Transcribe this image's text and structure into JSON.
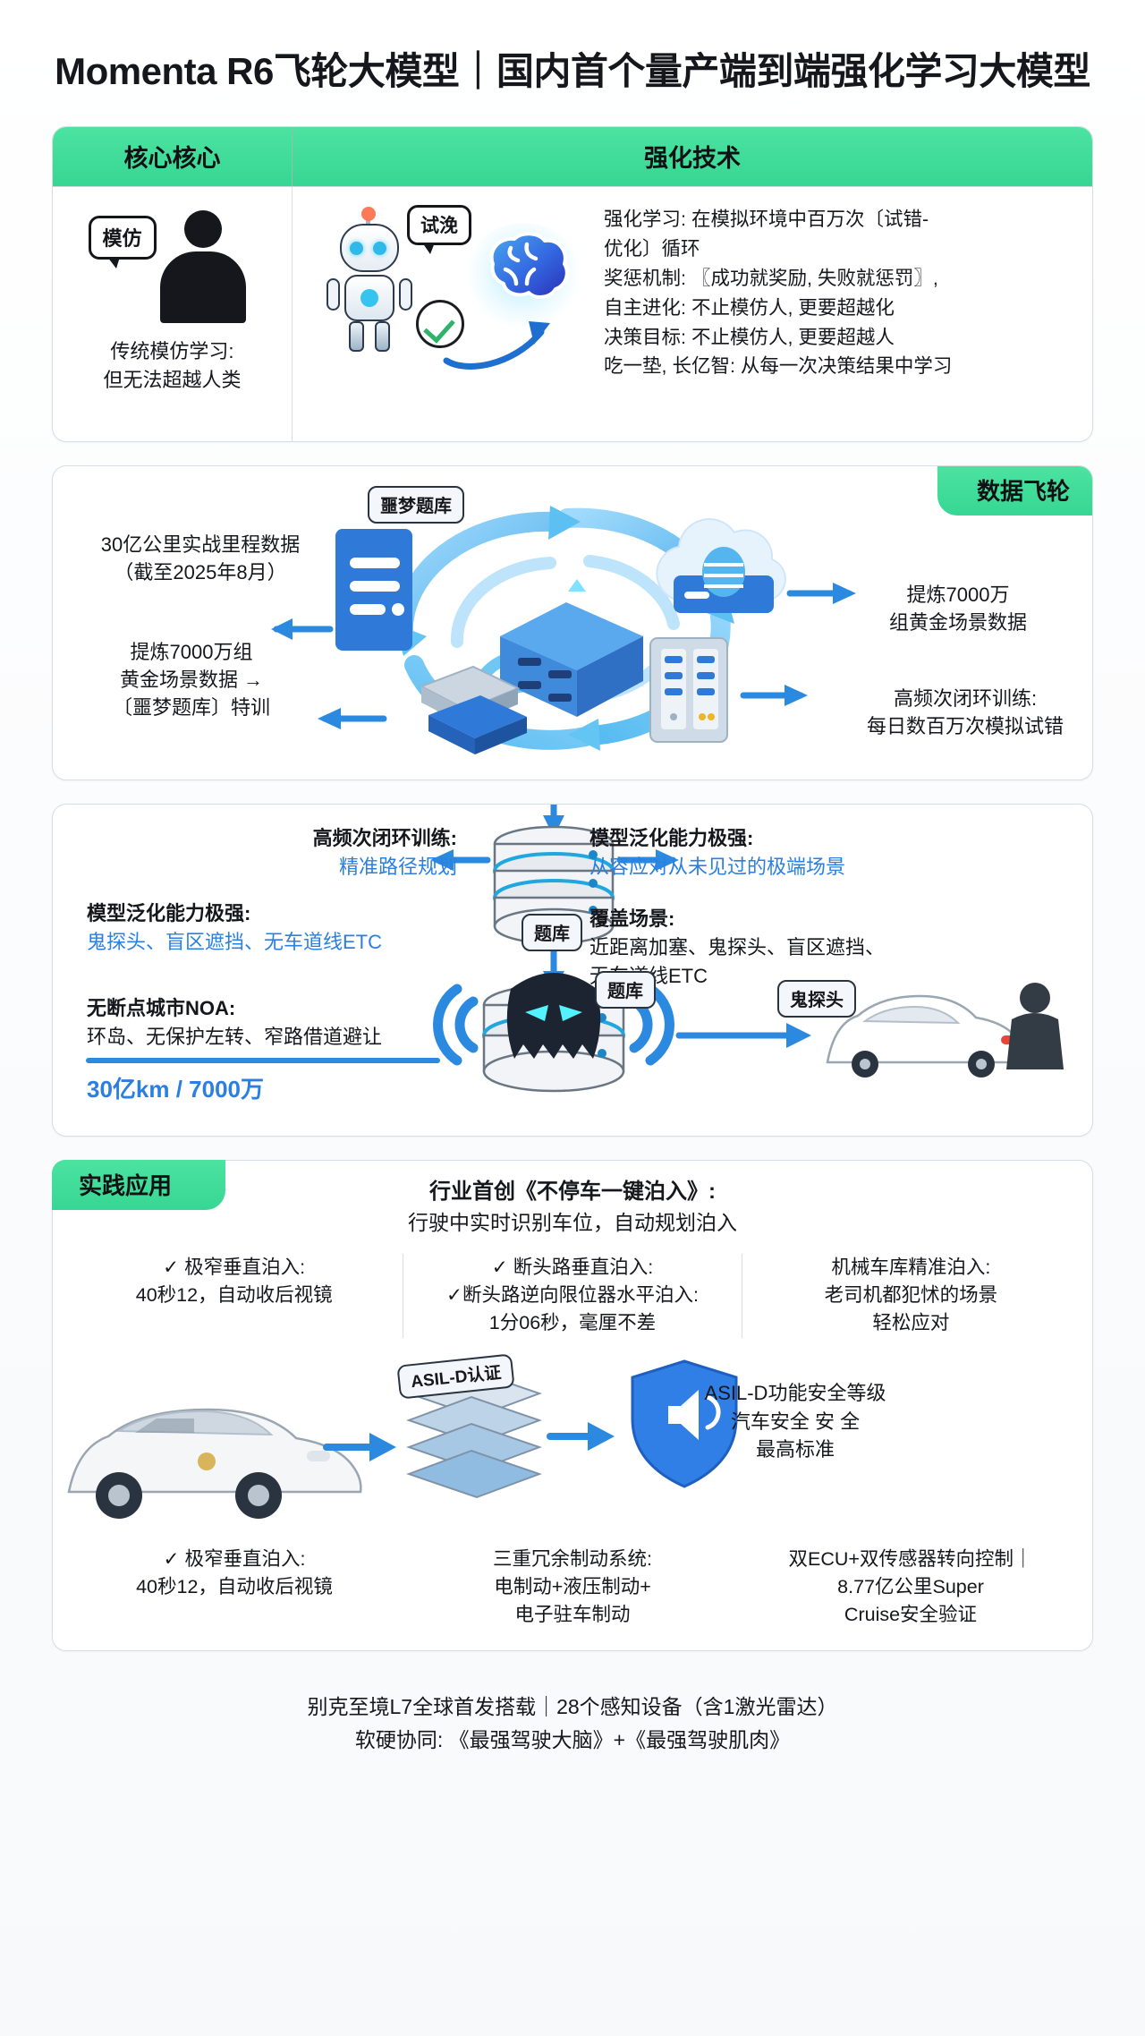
{
  "title": "Momenta R6飞轮大模型｜国内首个量产端到端强化学习大模型",
  "section1": {
    "head_left": "核心核心",
    "head_right": "强化技术",
    "left_bubble": "模仿",
    "left_caption_1": "传统模仿学习:",
    "left_caption_2": "但无法超越人类",
    "robot_bubble": "试浼",
    "lines": [
      "强化学习: 在模拟环境中百万次〔试错-",
      "优化〕循环",
      "奖惩机制: 〖成功就奖励, 失败就惩罚〗,",
      "自主进化: 不止模仿人, 更要超越化",
      "决策目标: 不止模仿人, 更要超越人",
      "吃一垫, 长亿智: 从每一次决策结果中学习"
    ]
  },
  "section2": {
    "tab": "数据飞轮",
    "chip_top": "噩梦题库",
    "label_1": "30亿公里实战里程数据\n（截至2025年8月）",
    "label_1_a": "30亿公里实战里程数据",
    "label_1_b": "（截至2025年8月）",
    "label_2_a": "提炼7000万组",
    "label_2_b": "黄金场景数据 →",
    "label_2_c": "〔噩梦题库〕特训",
    "label_3_a": "提炼7000万",
    "label_3_b": "组黄金场景数据",
    "label_4_a": "高频次闭环训练:",
    "label_4_b": "每日数百万次模拟试错"
  },
  "section3": {
    "chip_db_1": "题库",
    "chip_db_2": "题库",
    "chip_ghost": "鬼探头",
    "l1_a": "高频次闭环训练:",
    "l1_b": "精准路径规划",
    "l2_a": "模型泛化能力极强:",
    "l2_b": "鬼探头、盲区遮挡、无车道线ETC",
    "l3_a": "模型泛化能力极强:",
    "l3_b": "从容应对从未见过的极端场景",
    "l4_a": "覆盖场景:",
    "l4_b": "近距离加塞、鬼探头、盲区遮挡、",
    "l4_c": "无车道线ETC",
    "l5_a": "无断点城市NOA:",
    "l5_b": "环岛、无保护左转、窄路借道避让",
    "metric": "30亿km / 7000万"
  },
  "section4": {
    "tab": "实践应用",
    "top_title": "行业首创《不停车一键泊入》:",
    "top_sub": "行驶中实时识别车位，自动规划泊入",
    "col_left_1": "✓ 极窄垂直泊入:",
    "col_left_2": "40秒12，自动收后视镜",
    "col_mid_1": "✓ 断头路垂直泊入:",
    "col_mid_2": "✓断头路逆向限位器水平泊入:",
    "col_mid_3": "1分06秒，毫厘不差",
    "col_right_1": "机械车库精准泊入:",
    "col_right_2": "老司机都犯怵的场景",
    "col_right_3": "轻松应对",
    "asil_chip": "ASIL-D认证",
    "shield_1": "ASIL-D功能安全等级",
    "shield_2": "汽车安全  安 全",
    "shield_3": "最高标准",
    "bot_left_1": "✓ 极窄垂直泊入:",
    "bot_left_2": "40秒12，自动收后视镜",
    "bot_mid_1": "三重冗余制动系统:",
    "bot_mid_2": "电制动+液压制动+",
    "bot_mid_3": "电子驻车制动",
    "bot_right_1": "双ECU+双传感器转向控制｜",
    "bot_right_2": "8.77亿公里Super",
    "bot_right_3": "Cruise安全验证"
  },
  "footer": {
    "line1": "别克至境L7全球首发搭载｜28个感知设备（含1激光雷达）",
    "line2": "软硬协同: 《最强驾驶大脑》+《最强驾驶肌肉》"
  },
  "colors": {
    "green": "#3ad795",
    "blue": "#2b7fe0",
    "ink": "#15171c"
  }
}
